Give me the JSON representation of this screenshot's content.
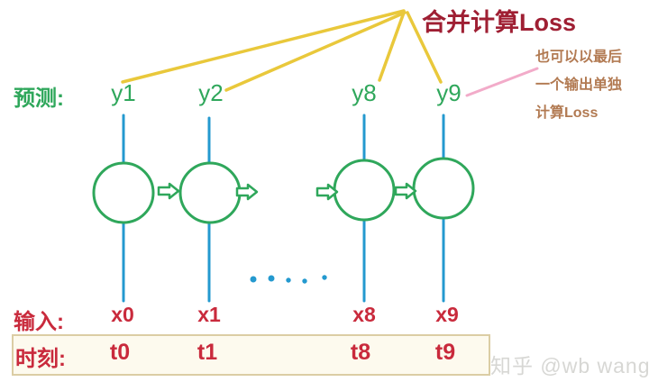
{
  "title": "合并计算Loss",
  "side_note": {
    "lines": [
      "也可以以最后",
      "一个输出单独",
      "计算Loss"
    ]
  },
  "predictions": {
    "label": "预测:",
    "items": [
      "y1",
      "y2",
      "y8",
      "y9"
    ]
  },
  "inputs": {
    "label": "输入:",
    "items": [
      "x0",
      "x1",
      "x8",
      "x9"
    ]
  },
  "time_row": {
    "label": "时刻:",
    "items": [
      "t0",
      "t1",
      "t8",
      "t9"
    ]
  },
  "watermark": "知乎 @wb wang",
  "diagram": {
    "cell_count": 4,
    "ellipsis_dot_count": 5
  },
  "colors": {
    "title_red": "#9f1f33",
    "label_red": "#c92a3c",
    "cell_green": "#2fa75b",
    "stem_blue": "#2499cf",
    "loss_line_yellow": "#e9c83b",
    "note_line_pink": "#f2abc9",
    "note_brown": "#b27a52",
    "watermark_gray": "#d7d7d4",
    "time_box_bg": "#fdfaee",
    "time_box_border": "#dbcda4"
  }
}
